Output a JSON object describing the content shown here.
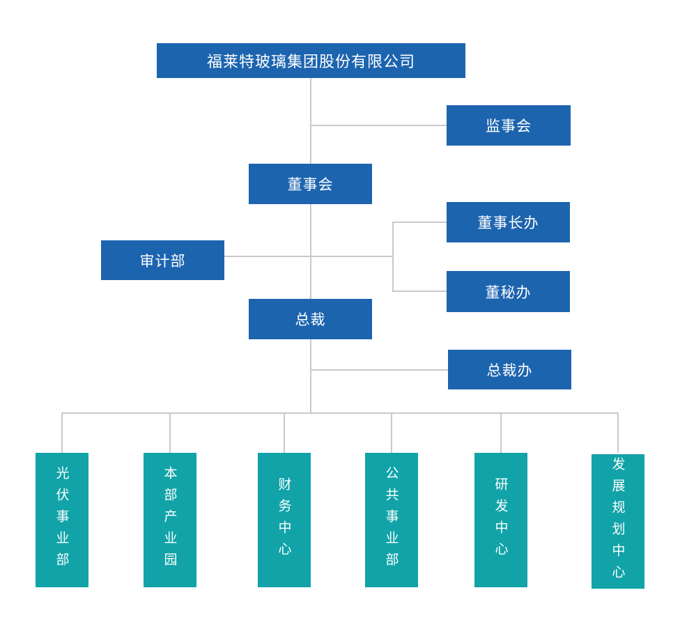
{
  "org_chart": {
    "colors": {
      "node_blue": "#1d64af",
      "node_teal": "#11a3a8",
      "connector_gray": "#c9c9c9",
      "text_white": "#ffffff",
      "background": "#ffffff"
    },
    "root": {
      "label": "福莱特玻璃集团股份有限公司"
    },
    "supervisory_board": {
      "label": "监事会"
    },
    "board_of_directors": {
      "label": "董事会"
    },
    "chairman_office": {
      "label": "董事长办"
    },
    "audit_department": {
      "label": "审计部"
    },
    "board_secretary_office": {
      "label": "董秘办"
    },
    "president": {
      "label": "总裁"
    },
    "president_office": {
      "label": "总裁办"
    },
    "divisions": [
      {
        "label": "光伏事业部"
      },
      {
        "label": "本部产业园"
      },
      {
        "label": "财务中心"
      },
      {
        "label": "公共事业部"
      },
      {
        "label": "研发中心"
      },
      {
        "label": "发展规划中心"
      }
    ]
  }
}
